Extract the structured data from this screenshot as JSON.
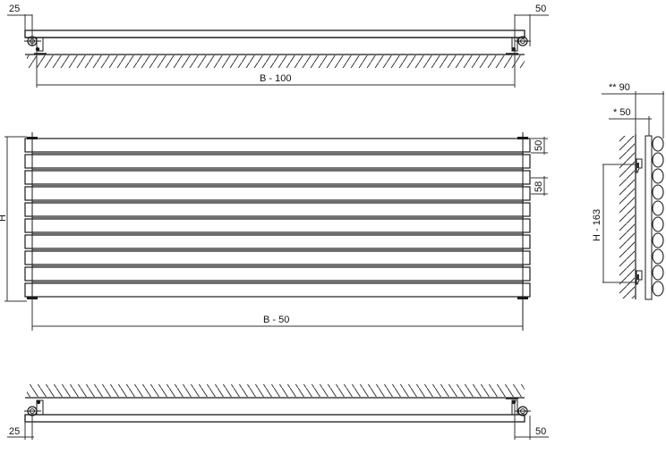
{
  "drawing": {
    "subject": "horizontal panel radiator dimension drawing",
    "colors": {
      "line": "#1a1a1a",
      "dim": "#333333",
      "panel_shade": "#6b6b6b",
      "background": "#ffffff"
    }
  },
  "top_view": {
    "left_offset": "25",
    "right_offset": "50",
    "width_label": "B - 100"
  },
  "front_view": {
    "height_label": "H",
    "panel_height_label": "50",
    "panel_pitch_label": "58",
    "width_label": "B - 50",
    "panel_count": 10
  },
  "side_view": {
    "depth_max_label": "** 90",
    "depth_min_label": "* 50",
    "bracket_spacing_label": "H - 163",
    "tube_count": 10
  },
  "bottom_view": {
    "left_offset": "25",
    "right_offset": "50"
  }
}
